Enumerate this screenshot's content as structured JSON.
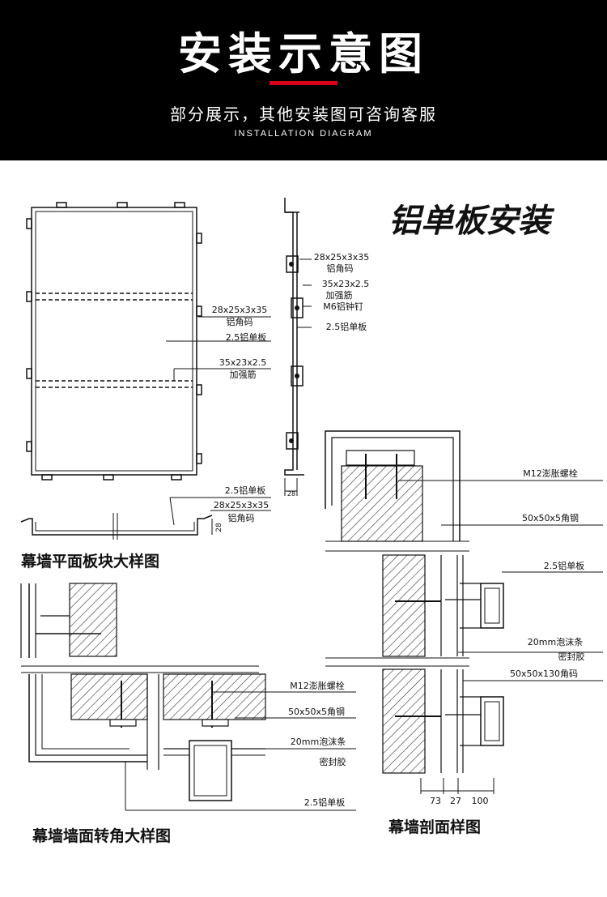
{
  "header": {
    "title": "安装示意图",
    "subtitle": "部分展示，其他安装图可咨询客服",
    "subtitle_en": "INSTALLATION DIAGRAM",
    "accent_color": "#d9001b",
    "background_color": "#000000"
  },
  "section_title": "铝单板安装",
  "plan_view": {
    "caption": "幕墙平面板块大样图",
    "labels": {
      "corner_code_1": "28x25x3x35",
      "corner_code_1_name": "铝角码",
      "panel_1": "2.5铝单板",
      "rib": "35x23x2.5",
      "rib_name": "加强筋",
      "panel_2": "2.5铝单板",
      "corner_code_2": "28x25x3x35",
      "corner_code_2_name": "铝角码",
      "dim_28": "28"
    }
  },
  "side_view": {
    "labels": {
      "corner_code": "28x25x3x35",
      "corner_code_name": "铝角码",
      "rib": "35x23x2.5",
      "rib_name": "加强筋",
      "rivet": "M6铝钟钉",
      "panel": "2.5铝单板",
      "dim_28": "28"
    }
  },
  "section_view": {
    "caption": "幕墙剖面样图",
    "labels": {
      "bolt": "M12澎胀螺栓",
      "angle_steel": "50x50x5角钢",
      "panel": "2.5铝单板",
      "foam": "20mm泡沫条",
      "sealant": "密封胶",
      "angle_code": "50x50x130角码",
      "dim_73": "73",
      "dim_27": "27",
      "dim_100": "100"
    }
  },
  "corner_view": {
    "caption": "幕墙墙面转角大样图",
    "labels": {
      "bolt": "M12澎胀螺栓",
      "angle_steel": "50x50x5角钢",
      "foam": "20mm泡沫条",
      "sealant": "密封胶",
      "panel": "2.5铝单板"
    }
  }
}
